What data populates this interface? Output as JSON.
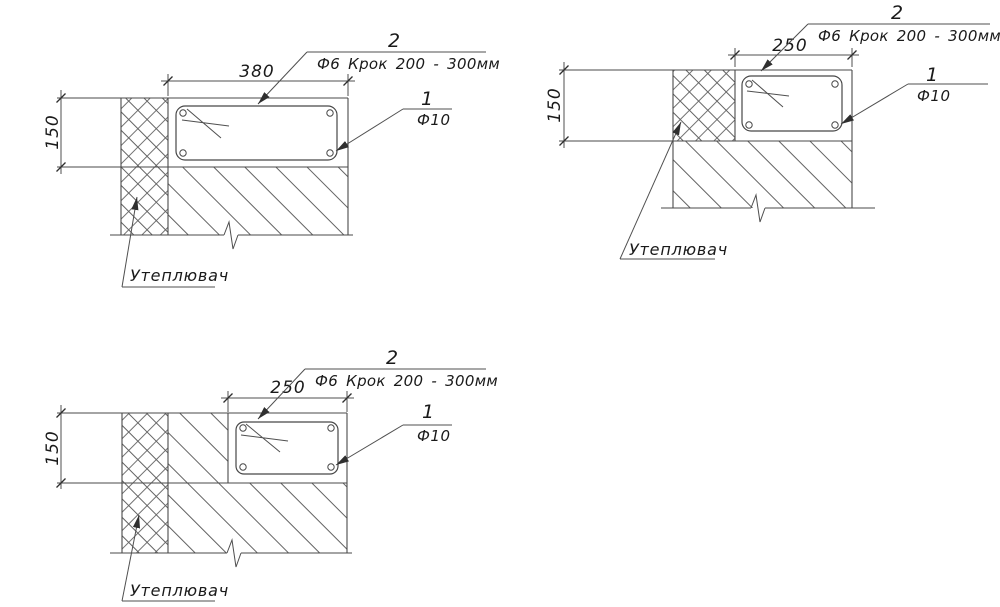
{
  "drawing": {
    "title_hint": "monolithic-belt-reinforcement-details",
    "background": "#ffffff",
    "line_color": "#4a4a4a",
    "hatch_color": "#636363",
    "text_color": "#1a1a1a"
  },
  "details": [
    {
      "name": "top-left",
      "width_dim": "380",
      "height_dim": "150",
      "stirrup_callout": {
        "number": "2",
        "spec": "Ф6 Крок 200 - 300мм"
      },
      "rebar_callout": {
        "number": "1",
        "spec": "Ф10"
      },
      "insulation_label": "Утеплювач"
    },
    {
      "name": "top-right",
      "width_dim": "250",
      "height_dim": "150",
      "stirrup_callout": {
        "number": "2",
        "spec": "Ф6 Крок 200 - 300мм"
      },
      "rebar_callout": {
        "number": "1",
        "spec": "Ф10"
      },
      "insulation_label": "Утеплювач"
    },
    {
      "name": "bottom-left",
      "width_dim": "250",
      "height_dim": "150",
      "stirrup_callout": {
        "number": "2",
        "spec": "Ф6 Крок 200 - 300мм"
      },
      "rebar_callout": {
        "number": "1",
        "spec": "Ф10"
      },
      "insulation_label": "Утеплювач"
    }
  ]
}
